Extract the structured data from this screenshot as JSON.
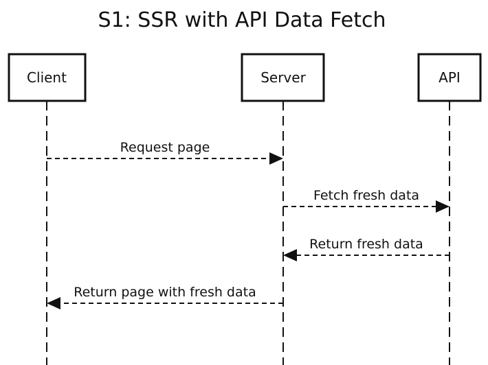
{
  "title": "S1: SSR with API Data Fetch",
  "participants": [
    {
      "id": "client",
      "label": "Client"
    },
    {
      "id": "server",
      "label": "Server"
    },
    {
      "id": "api",
      "label": "API"
    }
  ],
  "messages": [
    {
      "from": "client",
      "to": "server",
      "label": "Request page"
    },
    {
      "from": "server",
      "to": "api",
      "label": "Fetch fresh data"
    },
    {
      "from": "api",
      "to": "server",
      "label": "Return fresh data"
    },
    {
      "from": "server",
      "to": "client",
      "label": "Return page with fresh data"
    }
  ],
  "colors": {
    "ink": "#111111",
    "background": "#ffffff"
  }
}
